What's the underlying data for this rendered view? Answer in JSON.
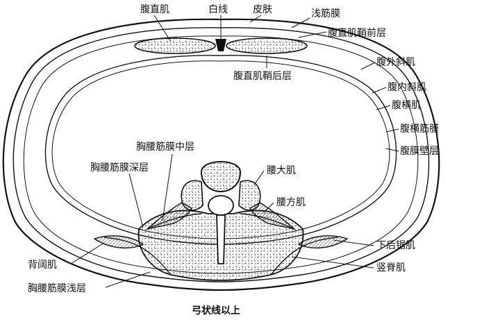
{
  "labels": {
    "rectus": "腹直肌",
    "linea_alba": "白线",
    "skin": "皮肤",
    "superficial_fascia": "浅筋膜",
    "rectus_sheath_anterior": "腹直肌鞘前层",
    "rectus_sheath_posterior": "腹直肌鞘后层",
    "external_oblique": "腹外斜肌",
    "internal_oblique": "腹内斜肌",
    "transversus": "腹横肌",
    "transversalis_fascia": "腹横筋膜",
    "parietal_peritoneum": "腹膜壁层",
    "tlf_middle": "胸腰筋膜中层",
    "tlf_deep": "胸腰筋膜深层",
    "psoas_major": "腰大肌",
    "quadratus_lumborum": "腰方肌",
    "serratus_posterior_inferior": "下后锯肌",
    "latissimus_dorsi": "背阔肌",
    "erector_spinae": "竖脊肌",
    "tlf_superficial": "胸腰筋膜浅层"
  },
  "caption": "弓状线以上"
}
